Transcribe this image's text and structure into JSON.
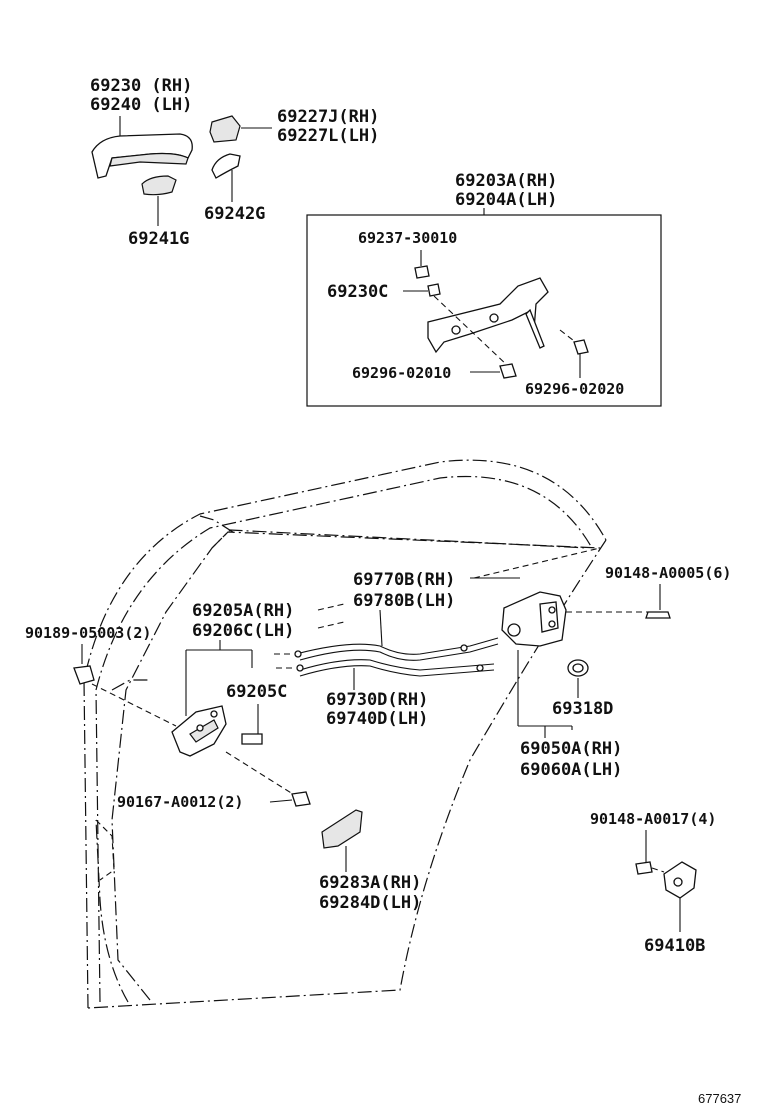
{
  "parts": {
    "outside_handle": [
      "69230 (RH)",
      "69240 (LH)"
    ],
    "handle_cover": [
      "69227J(RH)",
      "69227L(LH)"
    ],
    "pad_rear": "69241G",
    "pad_front": "69242G",
    "frame_assy": [
      "69203A(RH)",
      "69204A(LH)"
    ],
    "plug": "69237-30010",
    "frame_sub": "69230C",
    "screw_a": "69296-02010",
    "screw_b": "69296-02020",
    "cable_assy": [
      "69770B(RH)",
      "69780B(LH)"
    ],
    "bolt_top": "90148-A0005(6)",
    "inside_handle": [
      "69205A(RH)",
      "69206C(LH)"
    ],
    "clip": "90189-05003(2)",
    "inside_bracket": "69205C",
    "cable_lower": [
      "69730D(RH)",
      "69740D(LH)"
    ],
    "seal": "69318D",
    "lock_assy": [
      "69050A(RH)",
      "69060A(LH)"
    ],
    "screw_c": "90167-A0012(2)",
    "bezel": [
      "69283A(RH)",
      "69284D(LH)"
    ],
    "bolt_striker": "90148-A0017(4)",
    "striker": "69410B"
  },
  "ref_code": "677637"
}
